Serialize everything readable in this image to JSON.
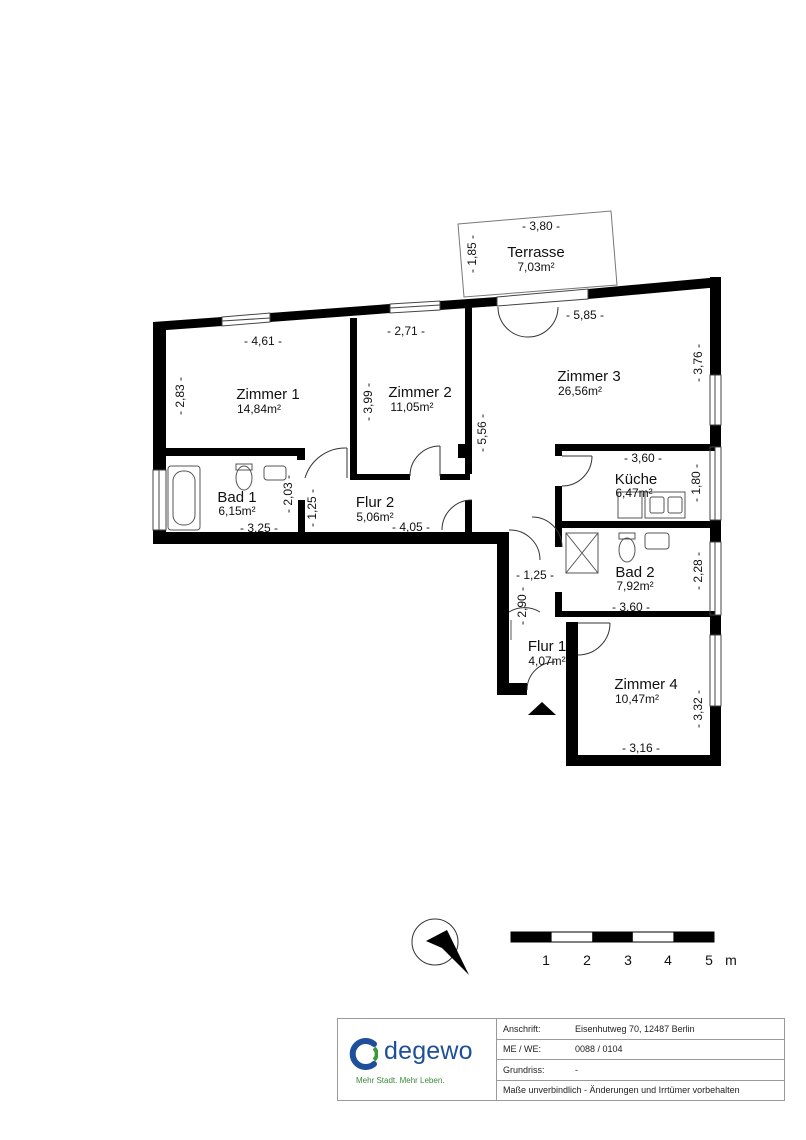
{
  "rooms": {
    "terrasse": {
      "name": "Terrasse",
      "area": "7,03m²"
    },
    "zimmer1": {
      "name": "Zimmer 1",
      "area": "14,84m²"
    },
    "zimmer2": {
      "name": "Zimmer 2",
      "area": "11,05m²"
    },
    "zimmer3": {
      "name": "Zimmer 3",
      "area": "26,56m²"
    },
    "kueche": {
      "name": "Küche",
      "area": "6,47m²"
    },
    "bad1": {
      "name": "Bad 1",
      "area": "6,15m²"
    },
    "flur2": {
      "name": "Flur 2",
      "area": "5,06m²"
    },
    "bad2": {
      "name": "Bad 2",
      "area": "7,92m²"
    },
    "flur1": {
      "name": "Flur 1",
      "area": "4,07m²"
    },
    "zimmer4": {
      "name": "Zimmer 4",
      "area": "10,47m²"
    }
  },
  "dimensions": {
    "terrasse_w": "- 3,80 -",
    "terrasse_h": "- 1,85 -",
    "zimmer1_w": "- 4,61 -",
    "zimmer1_h": "- 2,83 -",
    "zimmer2_w": "- 2,71 -",
    "zimmer2_h": "- 3,99 -",
    "zimmer3_w": "- 5,85 -",
    "zimmer3_h": "- 3,76 -",
    "zimmer3_left": "- 5,56 -",
    "kueche_w": "- 3,60 -",
    "kueche_h": "- 1,80 -",
    "bad1_h": "- 2,03 -",
    "bad1_w": "- 3,25 -",
    "flur2_h": "- 1,25 -",
    "flur2_w": "- 4,05 -",
    "flur1_w": "- 1,25 -",
    "flur1_h": "- 2,90 -",
    "bad2_w": "- 3,60 -",
    "bad2_h": "- 2,28 -",
    "zimmer4_h": "- 3,32 -",
    "zimmer4_w": "- 3,16 -"
  },
  "scale_bar": {
    "labels": [
      "1",
      "2",
      "3",
      "4",
      "5"
    ],
    "unit": "m"
  },
  "legend": {
    "logo_text": "degewo",
    "logo_tagline": "Mehr Stadt. Mehr Leben.",
    "brand_color": "#1d4f9a",
    "rows": [
      {
        "label": "Anschrift:",
        "value": "Eisenhutweg 70, 12487 Berlin"
      },
      {
        "label": "ME / WE:",
        "value": "0088 / 0104"
      },
      {
        "label": "Grundriss:",
        "value": "-"
      }
    ],
    "disclaimer": "Maße unverbindlich - Änderungen und Irrtümer vorbehalten"
  }
}
